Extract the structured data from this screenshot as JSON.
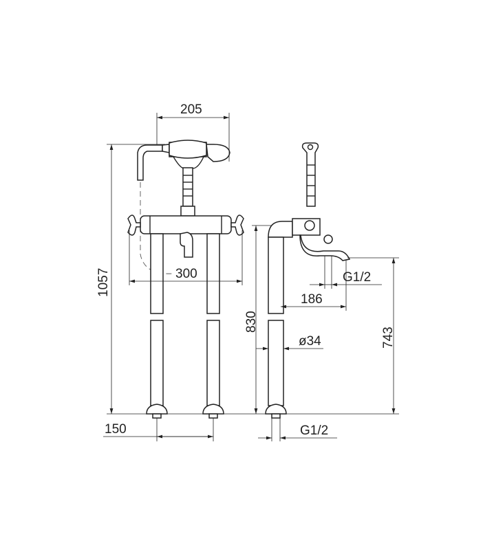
{
  "dimensions": {
    "handshower_width": "205",
    "total_height": "1057",
    "body_width": "300",
    "pipe_spacing": "150",
    "side_height": "830",
    "spout_reach": "186",
    "spout_thread": "G1/2",
    "pipe_diameter": "ø34",
    "spout_height": "743",
    "inlet_thread": "G1/2"
  },
  "colors": {
    "line": "#222222",
    "background": "#ffffff"
  }
}
